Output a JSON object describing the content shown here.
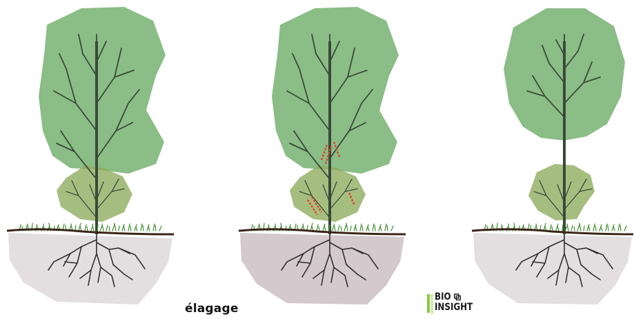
{
  "caption": "élagage",
  "logo": {
    "line1": "BIO",
    "line2": "INSIGHT",
    "vertical_text": "URBANISME",
    "accent_color": "#8cc63f"
  },
  "colors": {
    "crown": "#6aaa64",
    "understory": "#8dab5c",
    "soil_light": "#e3dfe0",
    "soil_dark": "#d4c9cc",
    "trunk": "#3a4a3a",
    "ground_line": "#3a2418",
    "grass": "#3f8a2e",
    "cut_marks": "#e0452b"
  },
  "panels": [
    {
      "name": "before-pruning"
    },
    {
      "name": "pruning-cuts"
    },
    {
      "name": "after-pruning"
    }
  ]
}
